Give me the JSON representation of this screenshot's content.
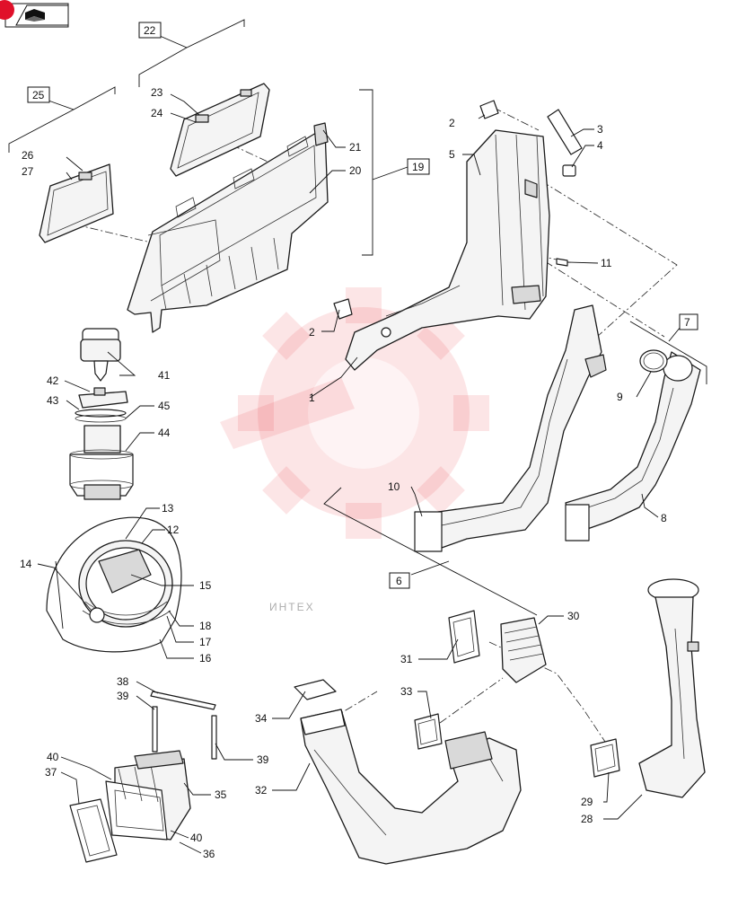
{
  "watermark": {
    "text": "ИНТЕХ",
    "color": "#e8343a"
  },
  "nav": {
    "back_icon": "folder-book-icon",
    "badge_color": "#e0102a"
  },
  "group_boxes": [
    "22",
    "25",
    "19",
    "7",
    "6"
  ],
  "callouts": {
    "c1": "1",
    "c2a": "2",
    "c2b": "2",
    "c3": "3",
    "c4": "4",
    "c5": "5",
    "c8": "8",
    "c9": "9",
    "c10": "10",
    "c11": "11",
    "c12": "12",
    "c13": "13",
    "c14": "14",
    "c15": "15",
    "c16": "16",
    "c17": "17",
    "c18": "18",
    "c20": "20",
    "c21": "21",
    "c23": "23",
    "c24": "24",
    "c26": "26",
    "c27": "27",
    "c28": "28",
    "c29": "29",
    "c30": "30",
    "c31": "31",
    "c32": "32",
    "c33": "33",
    "c34": "34",
    "c35": "35",
    "c36": "36",
    "c37": "37",
    "c38": "38",
    "c39a": "39",
    "c39b": "39",
    "c40a": "40",
    "c40b": "40",
    "c41": "41",
    "c42": "42",
    "c43": "43",
    "c44": "44",
    "c45": "45"
  }
}
